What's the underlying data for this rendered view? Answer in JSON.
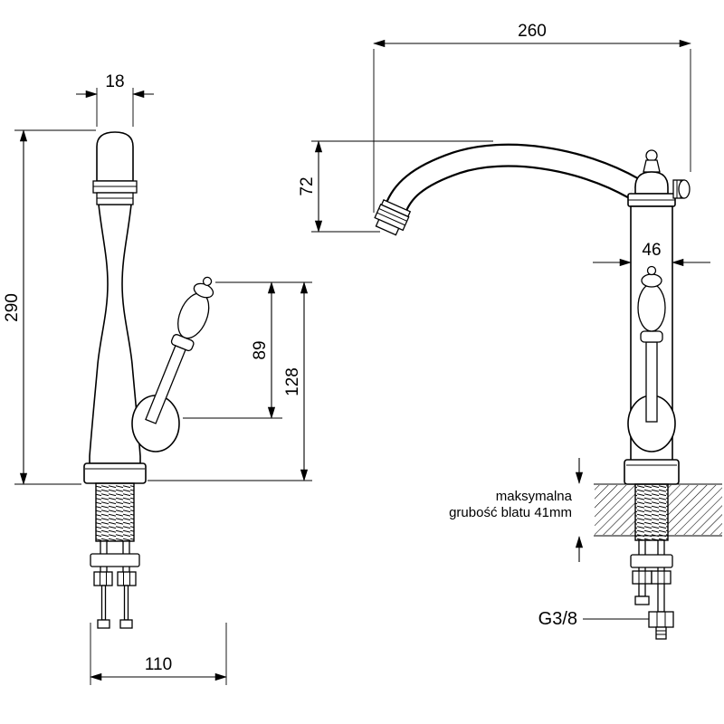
{
  "title": "Kitchen faucet technical drawing",
  "front_view": {
    "dim_spout_width_mm": "18",
    "dim_total_height_mm": "290",
    "dim_handle_pivot_height_mm": "89",
    "dim_handle_top_height_mm": "128",
    "dim_base_depth_mm": "110"
  },
  "side_view": {
    "dim_spout_reach_mm": "260",
    "dim_spout_drop_mm": "72",
    "dim_body_width_mm": "46",
    "countertop_note_line1": "maksymalna",
    "countertop_note_line2": "grubość blatu 41mm",
    "connection_thread_label": "G3/8"
  },
  "colors": {
    "line": "#000000",
    "background": "#ffffff"
  }
}
